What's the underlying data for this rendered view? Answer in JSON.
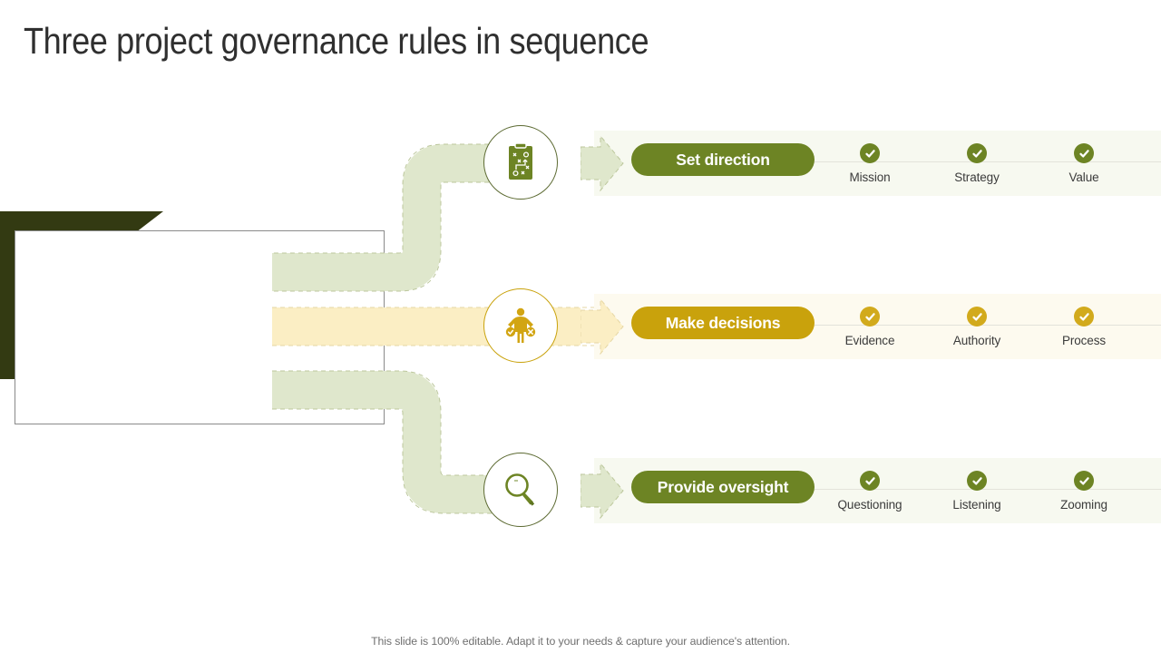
{
  "slide": {
    "title": "Three project governance rules in sequence",
    "footer_note": "This slide is 100% editable. Adapt it to your needs & capture your audience's attention."
  },
  "colors": {
    "dark_olive": "#333a12",
    "green_accent": "#6d8424",
    "gold_accent": "#c9a20c",
    "green_band": "#f7f9f0",
    "gold_band": "#fdfaef",
    "connector_green": "#dfe7cc",
    "connector_gold": "#fbeec4",
    "title_text": "#2f2f2f",
    "label_text": "#3b3b3b"
  },
  "rows": [
    {
      "id": "set-direction",
      "label": "Set direction",
      "theme": "green",
      "icon": "clipboard-strategy-icon",
      "checks": [
        {
          "label": "Mission",
          "icon": "check-circle-icon"
        },
        {
          "label": "Strategy",
          "icon": "check-circle-icon"
        },
        {
          "label": "Value",
          "icon": "check-circle-icon"
        }
      ]
    },
    {
      "id": "make-decisions",
      "label": "Make decisions",
      "theme": "gold",
      "icon": "person-scales-icon",
      "checks": [
        {
          "label": "Evidence",
          "icon": "check-circle-icon"
        },
        {
          "label": "Authority",
          "icon": "check-circle-icon"
        },
        {
          "label": "Process",
          "icon": "check-circle-icon"
        }
      ]
    },
    {
      "id": "provide-oversight",
      "label": "Provide oversight",
      "theme": "green",
      "icon": "magnifying-glass-icon",
      "checks": [
        {
          "label": "Questioning",
          "icon": "check-circle-icon"
        },
        {
          "label": "Listening",
          "icon": "check-circle-icon"
        },
        {
          "label": "Zooming",
          "icon": "check-circle-icon"
        }
      ]
    }
  ]
}
